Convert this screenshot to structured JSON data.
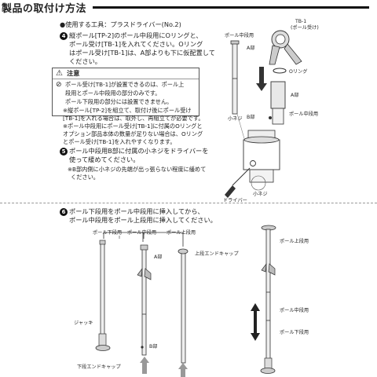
{
  "header": {
    "title": "製品の取付け方法"
  },
  "upper": {
    "tool_line": "●使用する工具：プラスドライバー(No.2)",
    "step4": [
      "縦ポール[TP-2]のポール中段用にOリングと、",
      "ポール受け[TB-1]を入れてください。Oリング",
      "はポール受け[TB-1]は、A部よりも下に仮配置して",
      "ください。"
    ],
    "step4_num": "4",
    "caution_title": "注意",
    "caution_lines": [
      "ポール受け[TB-1]が設置できるのは、ポール上",
      "段用とポール中段用の部分のみです。",
      "ポール下段用の部分には設置できません。"
    ],
    "notes": [
      "※縦ポール[TP-2]を組立て、取付け後にポール受け",
      "[TB-1]を入れる場合は、取外し、再組立てが必要です。",
      "※ポール中段用にポール受け[TB-1]に付属のOリングと",
      "オプション部品本体の数量が足りない場合は、Oリング",
      "とポール受け[TB-1]を入れやすくなります。"
    ],
    "step5_num": "5",
    "step5": [
      "ポール中段用B部に付属の小ネジをドライバーを",
      "使って緩めてください。"
    ],
    "step5_note": [
      "※B部内側に小ネジの先端が出っ張らない程度に緩めて",
      "ください。"
    ]
  },
  "diagram_upper": {
    "tb1_label": "TB-1",
    "tb1_sub": "(ポール受け)",
    "pole_mid_label": "ポール中段用",
    "a_label": "A部",
    "oring_label": "Oリング",
    "a_label2": "A部",
    "pole_mid_label2": "ポール中段用",
    "small_screw_label": "小ネジ",
    "b_label": "B部",
    "small_screw_label2": "小ネジ",
    "driver_label": "ドライバー"
  },
  "lower": {
    "step6_num": "6",
    "step6": [
      "ポール下段用をポール中段用に挿入してから、",
      "ポール中段用をポール上段用に挿入してください。"
    ],
    "labels": {
      "pole_lower": "ポール下段用",
      "pole_mid": "ポール中段用",
      "pole_upper": "ポール上段用",
      "a_part": "A部",
      "upper_end_cap": "上段エンドキャップ",
      "jack": "ジャッキ",
      "b_part": "B部",
      "lower_end_cap": "下段エンドキャップ",
      "r_upper": "ポール上段用",
      "r_mid": "ポール中段用",
      "r_lower": "ポール下段用"
    }
  }
}
